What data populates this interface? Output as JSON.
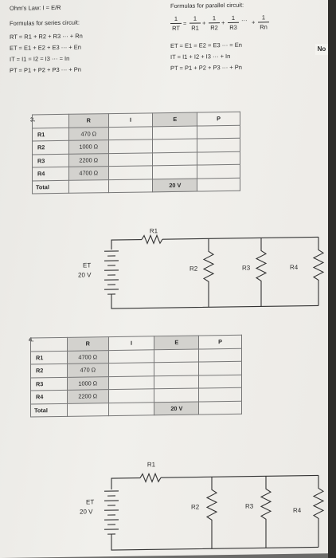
{
  "series_formulas": {
    "ohms_law": "Ohm's Law: I = E/R",
    "heading": "Formulas for series circuit:",
    "lines": [
      "RT = R1 + R2 + R3 ··· + Rn",
      "ET = E1 + E2 + E3 ··· + En",
      "IT = I1 = I2 = I3 ··· = In",
      "PT = P1 + P2 + P3 ··· + Pn"
    ]
  },
  "parallel_formulas": {
    "heading": "Formulas for parallel circuit:",
    "fraction": {
      "numerator": "1",
      "terms": [
        "RT",
        "R1",
        "R2",
        "R3",
        "Rn"
      ],
      "operators": [
        "=",
        "+",
        "+",
        "···",
        "+"
      ]
    },
    "lines": [
      "ET = E1 = E2 = E3 ··· = En",
      "IT = I1 + I2 + I3 ··· + In",
      "PT = P1 + P2 + P3 ··· + Pn"
    ]
  },
  "side_tab": "No",
  "problems": [
    {
      "number": "3.",
      "headers": [
        "",
        "R",
        "I",
        "E",
        "P"
      ],
      "rows": [
        {
          "label": "R1",
          "r": "470 Ω"
        },
        {
          "label": "R2",
          "r": "1000 Ω"
        },
        {
          "label": "R3",
          "r": "2200 Ω"
        },
        {
          "label": "R4",
          "r": "4700 Ω"
        }
      ],
      "total": {
        "label": "Total",
        "e": "20 V"
      },
      "circuit": {
        "source_label": "ET",
        "source_value": "20 V",
        "r1": "R1",
        "r2": "R2",
        "r3": "R3",
        "r4": "R4"
      }
    },
    {
      "number": "4.",
      "headers": [
        "",
        "R",
        "I",
        "E",
        "P"
      ],
      "rows": [
        {
          "label": "R1",
          "r": "4700 Ω"
        },
        {
          "label": "R2",
          "r": "470 Ω"
        },
        {
          "label": "R3",
          "r": "1000 Ω"
        },
        {
          "label": "R4",
          "r": "2200 Ω"
        }
      ],
      "total": {
        "label": "Total",
        "e": "20 V"
      },
      "circuit": {
        "source_label": "ET",
        "source_value": "20 V",
        "r1": "R1",
        "r2": "R2",
        "r3": "R3",
        "r4": "R4"
      }
    }
  ]
}
